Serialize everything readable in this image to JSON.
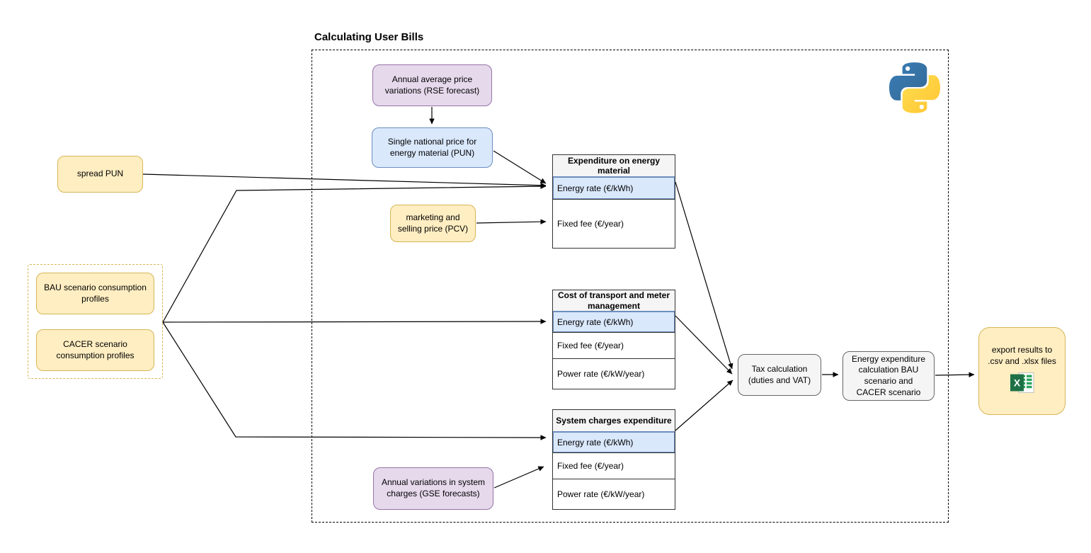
{
  "title": "Calculating User Bills",
  "nodes": {
    "rse": "Annual average price variations (RSE forecast)",
    "pun": "Single national price for energy material (PUN)",
    "spread_pun": "spread PUN",
    "pcv": "marketing and selling price (PCV)",
    "bau": "BAU scenario consumption profiles",
    "cacer": "CACER scenario consumption profiles",
    "gse": "Annual variations in system charges (GSE forecasts)",
    "tax": "Tax calculation (duties and VAT)",
    "energy_expenditure": "Energy expenditure calculation BAU scenario and CACER scenario",
    "export": "export results to .csv and .xlsx files"
  },
  "tables": [
    {
      "header": "Expenditure on energy material",
      "rows": [
        {
          "label": "Energy rate (€/kWh)",
          "highlight": true
        },
        {
          "label": "Fixed fee (€/year)",
          "highlight": false
        }
      ]
    },
    {
      "header": "Cost of transport and meter management",
      "rows": [
        {
          "label": "Energy rate (€/kWh)",
          "highlight": true
        },
        {
          "label": "Fixed fee (€/year)",
          "highlight": false
        },
        {
          "label": "Power rate (€/kW/year)",
          "highlight": false
        }
      ]
    },
    {
      "header": "System charges expenditure",
      "rows": [
        {
          "label": "Energy rate (€/kWh)",
          "highlight": true
        },
        {
          "label": "Fixed fee (€/year)",
          "highlight": false
        },
        {
          "label": "Power rate (€/kW/year)",
          "highlight": false
        }
      ]
    }
  ],
  "icons": {
    "python_logo": "python-logo",
    "excel_icon": "excel-icon"
  },
  "colors": {
    "purple_fill": "#e6d9ec",
    "purple_border": "#9673a6",
    "blue_fill": "#dae8fc",
    "blue_border": "#6c8ebf",
    "yellow_fill": "#ffeec2",
    "yellow_border": "#d6b656",
    "gray_fill": "#f5f5f5",
    "gray_border": "#666666",
    "python_blue": "#387eb8",
    "python_yellow": "#ffd43b",
    "excel_green": "#1e7145"
  }
}
